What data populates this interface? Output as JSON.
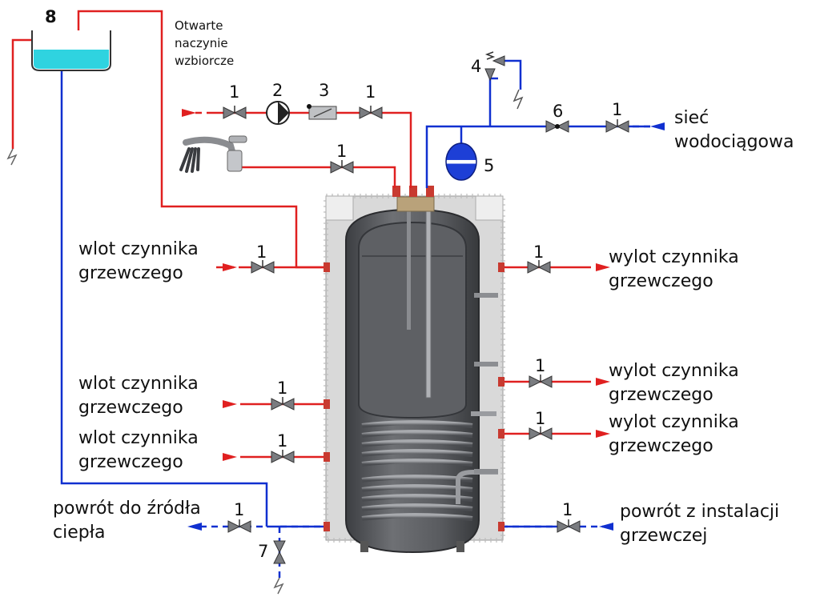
{
  "expansion_tank": {
    "number": "8",
    "caption": [
      "Otwarte",
      "naczynie",
      "wzbiorcze"
    ]
  },
  "component_numbers": {
    "valve": "1",
    "pump": "2",
    "check_valve": "3",
    "safety_valve": "4",
    "pressure_vessel": "5",
    "reducer": "6",
    "drain_valve": "7"
  },
  "labels": {
    "water_mains": [
      "sieć",
      "wodociągowa"
    ],
    "inlet_heating_medium": [
      "wlot czynnika",
      "grzewczego"
    ],
    "outlet_heating_medium": [
      "wylot czynnika",
      "grzewczego"
    ],
    "return_to_source": [
      "powrót do źródła",
      "ciepła"
    ],
    "return_from_installation": [
      "powrót z instalacji",
      "grzewczej"
    ]
  },
  "colors": {
    "hot_line": "#e02020",
    "cold_line": "#1030d0",
    "tank_body": "#585a5e",
    "insulation": "#d8d8d8",
    "water": "#2fd3e0"
  },
  "icons": [
    "valve-icon",
    "pump-icon",
    "check-valve-icon",
    "safety-valve-icon",
    "pressure-vessel-icon",
    "drain-icon",
    "faucet-icon",
    "arrow-icon"
  ]
}
